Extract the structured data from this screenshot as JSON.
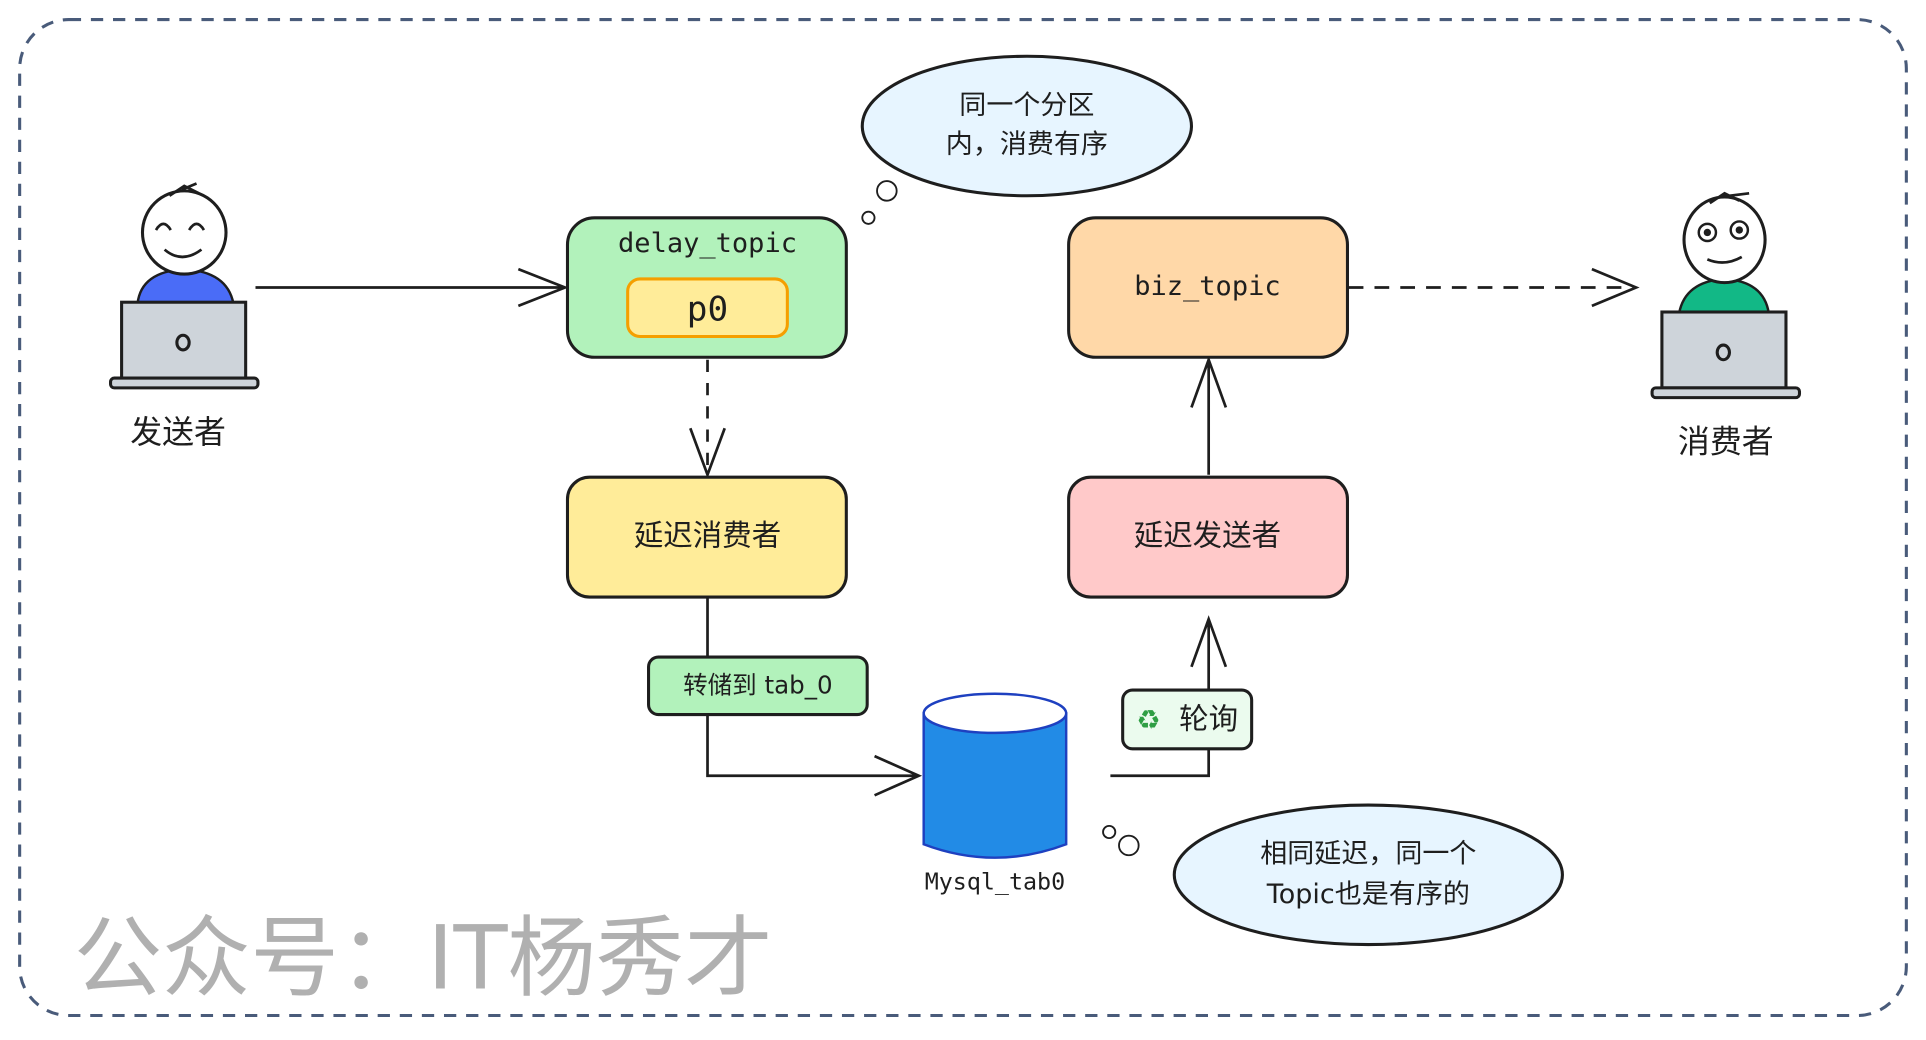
{
  "actors": {
    "sender": {
      "label": "发送者",
      "shirt_color": "#4a6cf7"
    },
    "consumer": {
      "label": "消费者",
      "shirt_color": "#12b886"
    }
  },
  "nodes": {
    "delay_topic": {
      "label": "delay_topic",
      "fill": "#b2f2bb"
    },
    "partition": {
      "label": "p0",
      "fill": "#ffec99",
      "stroke": "#f59f00"
    },
    "delay_consumer": {
      "label": "延迟消费者",
      "fill": "#ffec99"
    },
    "biz_topic": {
      "label": "biz_topic",
      "fill": "#ffd8a8"
    },
    "delay_sender": {
      "label": "延迟发送者",
      "fill": "#ffc9c9"
    },
    "database": {
      "label": "Mysql_tab0",
      "fill": "#228be6"
    }
  },
  "edge_labels": {
    "dump": {
      "label": "转储到 tab_0",
      "fill": "#b2f2bb"
    },
    "poll": {
      "label": "轮询",
      "icon": "recycle-icon",
      "fill": "#ebfbee"
    }
  },
  "bubbles": {
    "partition_order": {
      "lines": [
        "同一个分区",
        "内，消费有序"
      ],
      "fill": "#e7f5ff"
    },
    "topic_order": {
      "lines": [
        "相同延迟，同一个",
        "Topic也是有序的"
      ],
      "fill": "#e7f5ff"
    }
  },
  "watermark": "公众号：IT杨秀才"
}
